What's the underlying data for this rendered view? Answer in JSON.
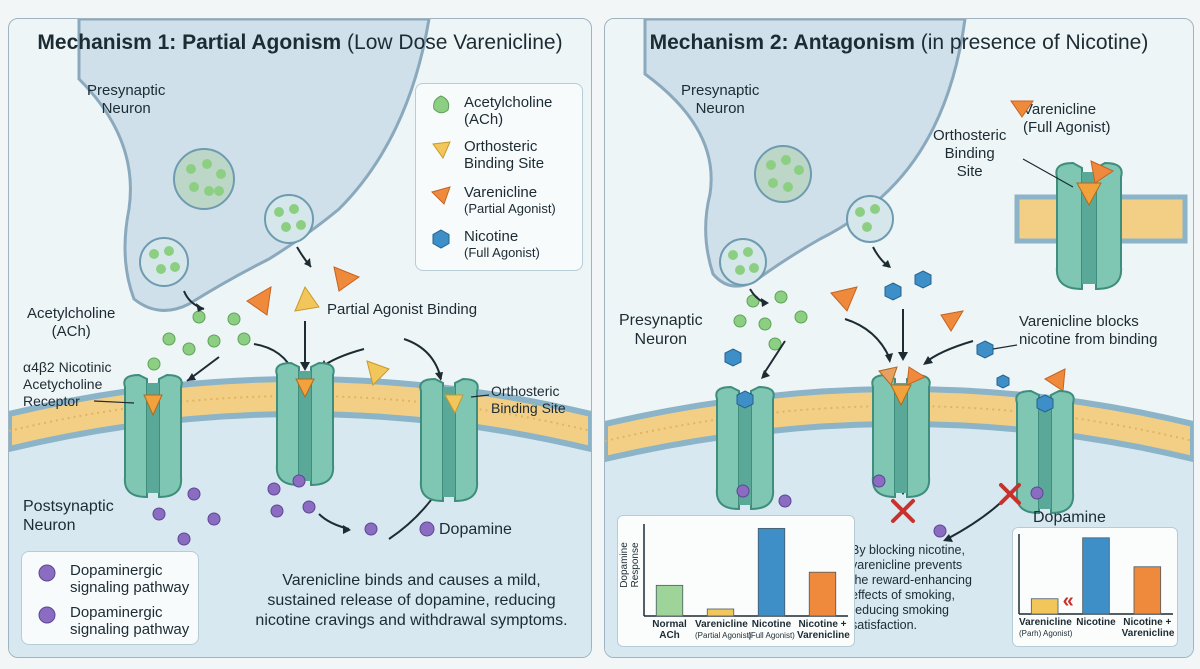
{
  "panel1": {
    "title_bold": "Mechanism 1: Partial Agonism",
    "title_rest": " (Low Dose Varenicline)",
    "presynaptic_label": "Presynaptic\nNeuron",
    "ach_label": "Acetylcholine\n(ACh)",
    "receptor_label": "α4β2 Nicotinic\nAcetycholine\nReceptor",
    "binding_label": "Partial Agonist Binding",
    "orthosteric_label": "Orthosteric\nBinding Site",
    "postsynaptic_label": "Postsynaptic\nNeuron",
    "dopamine_label": "Dopamine",
    "caption": "Varenicline binds and causes a mild,\nsustained release of dopamine, reducing\nnicotine cravings and withdrawal symptoms.",
    "legend": [
      {
        "icon": "acetylcholine-icon",
        "label": "Acetylcholine\n(ACh)",
        "note": ""
      },
      {
        "icon": "orthosteric-site-icon",
        "label": "Orthosteric\nBinding Site",
        "note": ""
      },
      {
        "icon": "varenicline-icon",
        "label": "Varenicline",
        "note": "(Partial Agonist)"
      },
      {
        "icon": "nicotine-icon",
        "label": "Nicotine",
        "note": "(Full Agonist)"
      }
    ],
    "pathway_legend": [
      "Dopaminergic\nsignaling pathway",
      "Dopaminergic\nsignaling pathway"
    ]
  },
  "panel2": {
    "title_bold": "Mechanism 2: Antagonism",
    "title_rest": " (in presence of Nicotine)",
    "presynaptic_top_label": "Presynaptic\nNeuron",
    "presynaptic_side_label": "Presynaptic\nNeuron",
    "orthosteric_label": "Orthosteric\nBinding\nSite",
    "varenicline_label": "Varenicline\n(Full Agonist)",
    "blocks_label": "Varenicline blocks\nnicotine from binding",
    "dopamine_label": "Dopamine",
    "caption": "By blocking nicotine,\nvarenicline prevents\nthe reward-enhancing\neffects of smoking,\nreducing smoking\nsatisfaction."
  },
  "chart_data": [
    {
      "type": "bar",
      "ylabel": "Dopamine\nResponse",
      "categories": [
        {
          "label": "Normal\nACh",
          "sub": ""
        },
        {
          "label": "Varenicline",
          "sub": "(Partial Agonist)"
        },
        {
          "label": "Nicotine",
          "sub": "(Full Agonist)"
        },
        {
          "label": "Nicotine +\nVarenicline",
          "sub": ""
        }
      ],
      "values": [
        35,
        8,
        100,
        50
      ],
      "colors": [
        "#9ed39a",
        "#f2c65a",
        "#3e8ec7",
        "#ef8a3c"
      ],
      "ylim": [
        0,
        105
      ]
    },
    {
      "type": "bar",
      "ylabel": "",
      "categories": [
        {
          "label": "Varenicline",
          "sub": "(Parh) Agonist)"
        },
        {
          "label": "Nicotine",
          "sub": ""
        },
        {
          "label": "Nicotine +\nVarenicline",
          "sub": ""
        }
      ],
      "values": [
        20,
        100,
        62
      ],
      "colors": [
        "#f2c65a",
        "#3e8ec7",
        "#ef8a3c"
      ],
      "ylim": [
        0,
        105
      ],
      "annotation": "«"
    }
  ],
  "colors": {
    "membrane": "#f3cf86",
    "receptor": "#7fc6b3",
    "neuron": "#cfe0ea",
    "dopamine": "#8a6cc1",
    "ach": "#8ccf82",
    "block": "#c8322c"
  }
}
